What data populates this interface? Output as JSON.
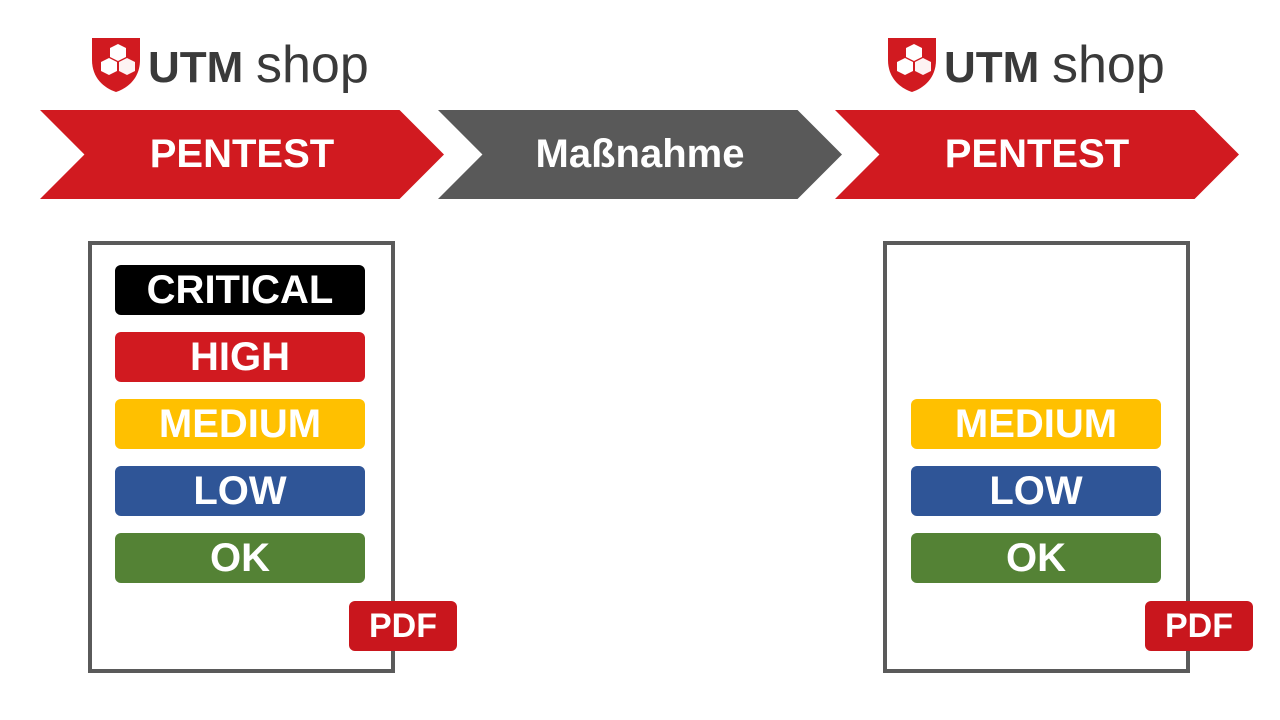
{
  "colors": {
    "brand_red": "#d11a20",
    "dark_gray": "#595959",
    "critical": "#000000",
    "high": "#d11a20",
    "medium": "#ffc000",
    "low": "#2f5597",
    "ok": "#548235",
    "border": "#5a5a5a"
  },
  "logos": [
    {
      "icon": "shield-icon",
      "text_bold": "UTM",
      "text_light": "shop"
    },
    {
      "icon": "shield-icon",
      "text_bold": "UTM",
      "text_light": "shop"
    }
  ],
  "flow": {
    "steps": [
      {
        "label": "PENTEST",
        "color": "#d11a20"
      },
      {
        "label": "Maßnahme",
        "color": "#595959"
      },
      {
        "label": "PENTEST",
        "color": "#d11a20"
      }
    ]
  },
  "reports": [
    {
      "findings": [
        {
          "label": "CRITICAL",
          "color": "#000000"
        },
        {
          "label": "HIGH",
          "color": "#d11a20"
        },
        {
          "label": "MEDIUM",
          "color": "#ffc000"
        },
        {
          "label": "LOW",
          "color": "#2f5597"
        },
        {
          "label": "OK",
          "color": "#548235"
        }
      ],
      "file_label": "PDF"
    },
    {
      "findings": [
        {
          "label": "MEDIUM",
          "color": "#ffc000"
        },
        {
          "label": "LOW",
          "color": "#2f5597"
        },
        {
          "label": "OK",
          "color": "#548235"
        }
      ],
      "file_label": "PDF"
    }
  ]
}
